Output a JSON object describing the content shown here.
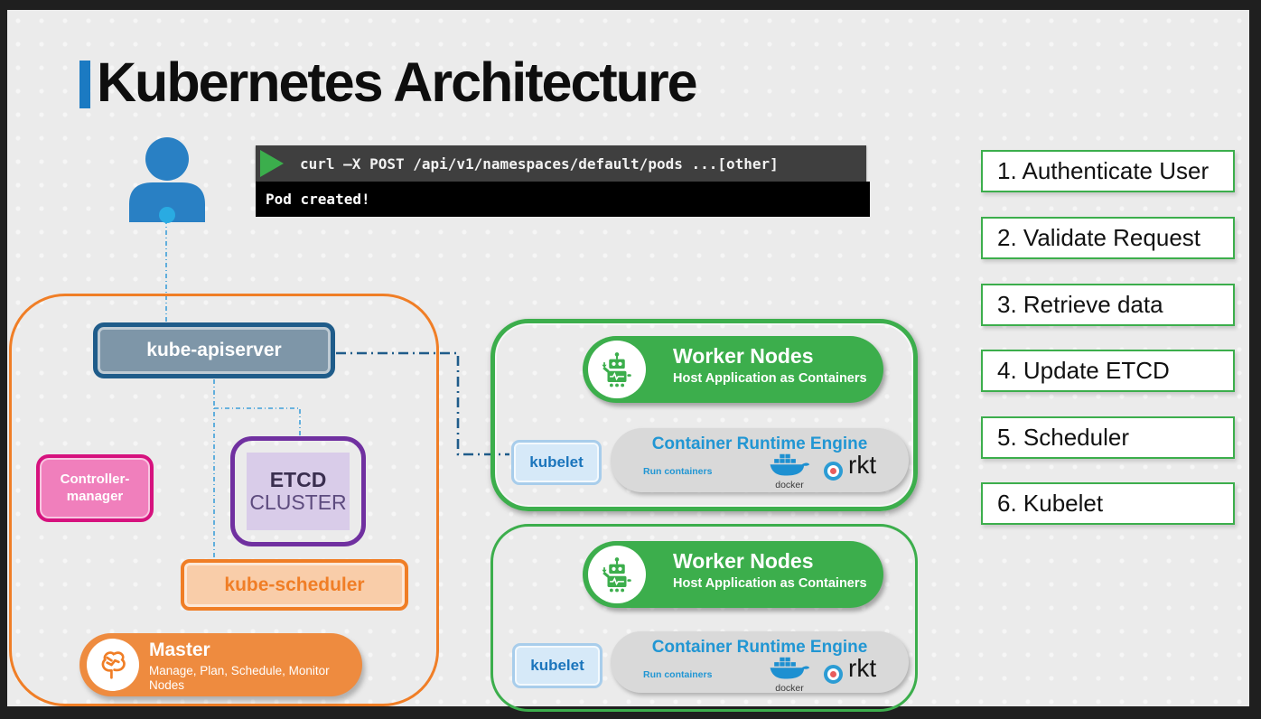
{
  "title": "Kubernetes Architecture",
  "terminal": {
    "command": "curl –X POST /api/v1/namespaces/default/pods ...[other]",
    "output": "Pod created!"
  },
  "steps": [
    "1. Authenticate User",
    "2. Validate Request",
    "3. Retrieve data",
    "4. Update ETCD",
    "5. Scheduler",
    "6. Kubelet"
  ],
  "master": {
    "apiserver_label": "kube-apiserver",
    "controller_manager_label": "Controller-manager",
    "etcd_line1": "ETCD",
    "etcd_line2": "CLUSTER",
    "scheduler_label": "kube-scheduler",
    "badge_title": "Master",
    "badge_subtitle": "Manage, Plan, Schedule, Monitor Nodes"
  },
  "workers": [
    {
      "title": "Worker Nodes",
      "subtitle": "Host Application as Containers",
      "kubelet_label": "kubelet",
      "runtime": {
        "title": "Container Runtime Engine",
        "caption": "Run containers",
        "docker_label": "docker",
        "rkt_label": "rkt"
      }
    },
    {
      "title": "Worker Nodes",
      "subtitle": "Host Application as Containers",
      "kubelet_label": "kubelet",
      "runtime": {
        "title": "Container Runtime Engine",
        "caption": "Run containers",
        "docker_label": "docker",
        "rkt_label": "rkt"
      }
    }
  ],
  "colors": {
    "accent_blue": "#1b7ac2",
    "person_blue": "#2980c4",
    "line_light_blue": "#3e9fd9",
    "line_dark_blue": "#1f5c8a",
    "green": "#3cae4c",
    "orange": "#f07e26",
    "master_pill_orange": "#ee8b3f",
    "pink_border": "#d6127e",
    "pink_fill": "#f07fbc",
    "purple": "#7030a0",
    "purple_fill": "#d9cce9",
    "apiserver_fill": "#7e96a8",
    "kubelet_blue": "#1b75bc",
    "runtime_gray": "#d9d9d9",
    "runtime_title_blue": "#2196d3",
    "terminal_bar": "#3f3f3f",
    "terminal_output": "#000000"
  }
}
